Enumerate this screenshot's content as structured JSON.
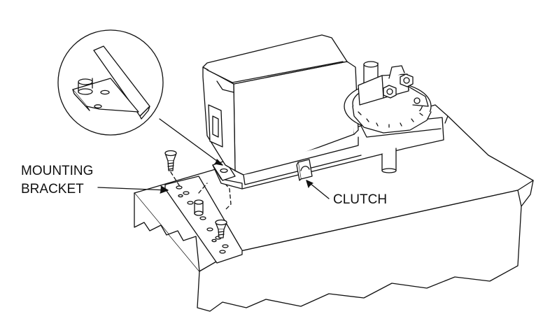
{
  "labels": {
    "mounting_bracket_line1": "MOUNTING",
    "mounting_bracket_line2": "BRACKET",
    "clutch": "CLUTCH"
  },
  "colors": {
    "line": "#111111",
    "background": "#ffffff"
  }
}
